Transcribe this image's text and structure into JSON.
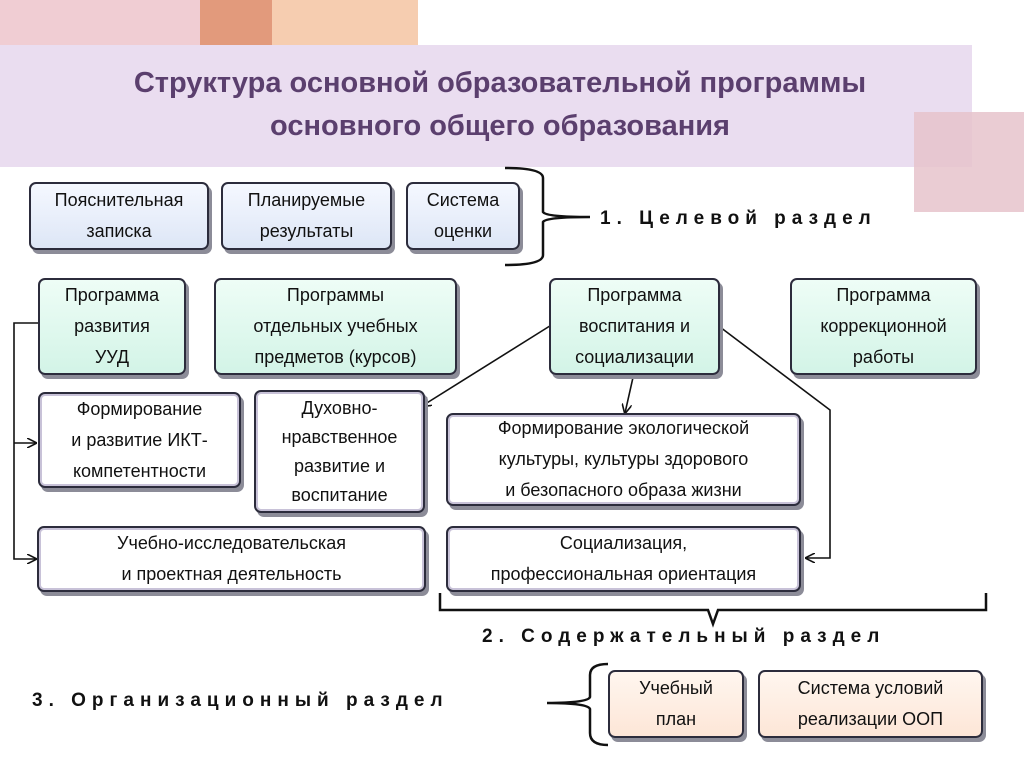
{
  "title": {
    "line1": "Структура основной образовательной программы",
    "line2": "основного общего образования"
  },
  "colors": {
    "title": "#5b3f6e",
    "band": "#eaddf0",
    "deco_orange": "#e29a7c",
    "deco_peach": "#f6cdb0",
    "deco_pink": "#e6c3cb"
  },
  "section1": {
    "label": "1. Целевой раздел",
    "boxes": [
      "Пояснительная\nзаписка",
      "Планируемые\nрезультаты",
      "Система\nоценки"
    ]
  },
  "section2": {
    "label": "2. Содержательный раздел",
    "programs": [
      "Программа\nразвития\nУУД",
      "Программы\nотдельных учебных\nпредметов (курсов)",
      "Программа\nвоспитания и\nсоциализации",
      "Программа\nкоррекционной\nработы"
    ],
    "sub": {
      "ikt": "Формирование\nи развитие ИКТ-\nкомпетентности",
      "spiritual": "Духовно-\nнравственное\nразвитие и\nвоспитание",
      "ecology": "Формирование экологической\nкультуры, культуры здорового\nи безопасного образа жизни",
      "research": "Учебно-исследовательская\nи проектная деятельность",
      "socialization": "Социализация,\nпрофессиональная ориентация"
    }
  },
  "section3": {
    "label": "3. Организационный раздел",
    "boxes": [
      "Учебный\nплан",
      "Система условий\nреализации ООП"
    ]
  }
}
